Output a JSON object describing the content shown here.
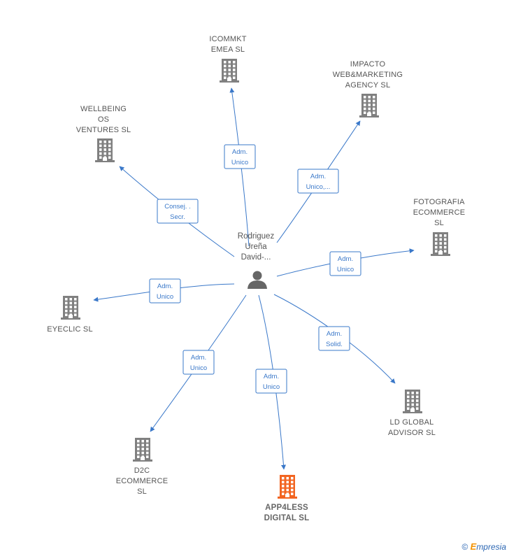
{
  "center": {
    "label_lines": [
      "Rodriguez",
      "Ureña",
      "David-..."
    ],
    "icon": "person-icon"
  },
  "companies": [
    {
      "id": "icommkt",
      "label_lines": [
        "ICOMMKT",
        "EMEA  SL"
      ],
      "icon": "building-icon",
      "color": "#808080",
      "highlight": false
    },
    {
      "id": "impacto",
      "label_lines": [
        "IMPACTO",
        "WEB&MARKETING",
        "AGENCY SL"
      ],
      "icon": "building-icon",
      "color": "#808080",
      "highlight": false
    },
    {
      "id": "wellbeing",
      "label_lines": [
        "WELLBEING",
        "OS",
        "VENTURES  SL"
      ],
      "icon": "building-icon",
      "color": "#808080",
      "highlight": false
    },
    {
      "id": "fotografia",
      "label_lines": [
        "FOTOGRAFIA",
        "ECOMMERCE",
        "SL"
      ],
      "icon": "building-icon",
      "color": "#808080",
      "highlight": false
    },
    {
      "id": "eyeclic",
      "label_lines": [
        "EYECLIC  SL"
      ],
      "icon": "building-icon",
      "color": "#808080",
      "highlight": false
    },
    {
      "id": "ldglobal",
      "label_lines": [
        "LD GLOBAL",
        "ADVISOR  SL"
      ],
      "icon": "building-icon",
      "color": "#808080",
      "highlight": false
    },
    {
      "id": "d2c",
      "label_lines": [
        "D2C",
        "ECOMMERCE",
        "SL"
      ],
      "icon": "building-icon",
      "color": "#808080",
      "highlight": false
    },
    {
      "id": "app4less",
      "label_lines": [
        "APP4LESS",
        "DIGITAL  SL"
      ],
      "icon": "building-icon",
      "color": "#f26522",
      "highlight": true
    }
  ],
  "edges": [
    {
      "target": "icommkt",
      "role_lines": [
        "Adm.",
        "Unico"
      ]
    },
    {
      "target": "impacto",
      "role_lines": [
        "Adm.",
        "Unico,..."
      ]
    },
    {
      "target": "wellbeing",
      "role_lines": [
        "Consej. .",
        "Secr."
      ]
    },
    {
      "target": "fotografia",
      "role_lines": [
        "Adm.",
        "Unico"
      ]
    },
    {
      "target": "eyeclic",
      "role_lines": [
        "Adm.",
        "Unico"
      ]
    },
    {
      "target": "ldglobal",
      "role_lines": [
        "Adm.",
        "Solid."
      ]
    },
    {
      "target": "d2c",
      "role_lines": [
        "Adm.",
        "Unico"
      ]
    },
    {
      "target": "app4less",
      "role_lines": [
        "Adm.",
        "Unico"
      ]
    }
  ],
  "watermark": {
    "copyright": "©",
    "brand_first": "E",
    "brand_rest": "mpresia"
  },
  "colors": {
    "edge": "#3a78c9",
    "building": "#808080",
    "building_highlight": "#f26522",
    "person": "#666666"
  }
}
